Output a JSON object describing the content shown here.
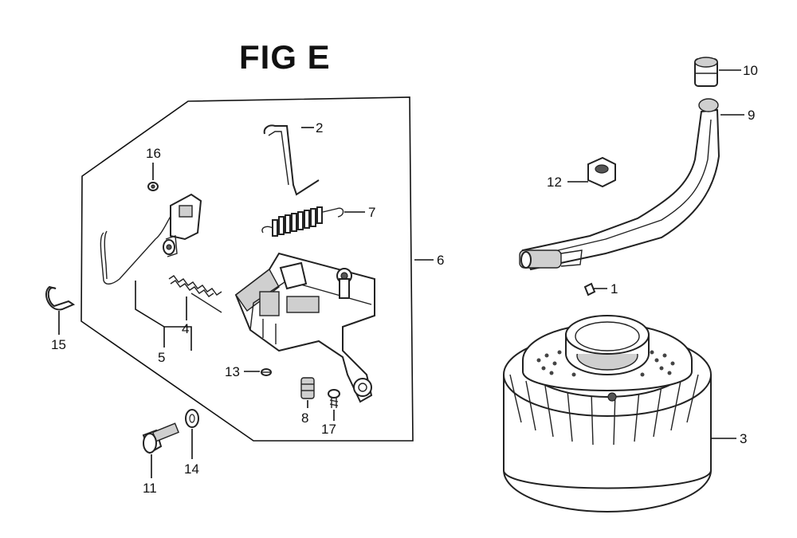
{
  "figure": {
    "title": "FIG E"
  },
  "callouts": [
    {
      "id": "c1",
      "label": "1"
    },
    {
      "id": "c2",
      "label": "2"
    },
    {
      "id": "c3",
      "label": "3"
    },
    {
      "id": "c4",
      "label": "4"
    },
    {
      "id": "c5",
      "label": "5"
    },
    {
      "id": "c6",
      "label": "6"
    },
    {
      "id": "c7",
      "label": "7"
    },
    {
      "id": "c8",
      "label": "8"
    },
    {
      "id": "c9",
      "label": "9"
    },
    {
      "id": "c10",
      "label": "10"
    },
    {
      "id": "c11",
      "label": "11"
    },
    {
      "id": "c12",
      "label": "12"
    },
    {
      "id": "c13",
      "label": "13"
    },
    {
      "id": "c14",
      "label": "14"
    },
    {
      "id": "c15",
      "label": "15"
    },
    {
      "id": "c16",
      "label": "16"
    },
    {
      "id": "c17",
      "label": "17"
    }
  ]
}
